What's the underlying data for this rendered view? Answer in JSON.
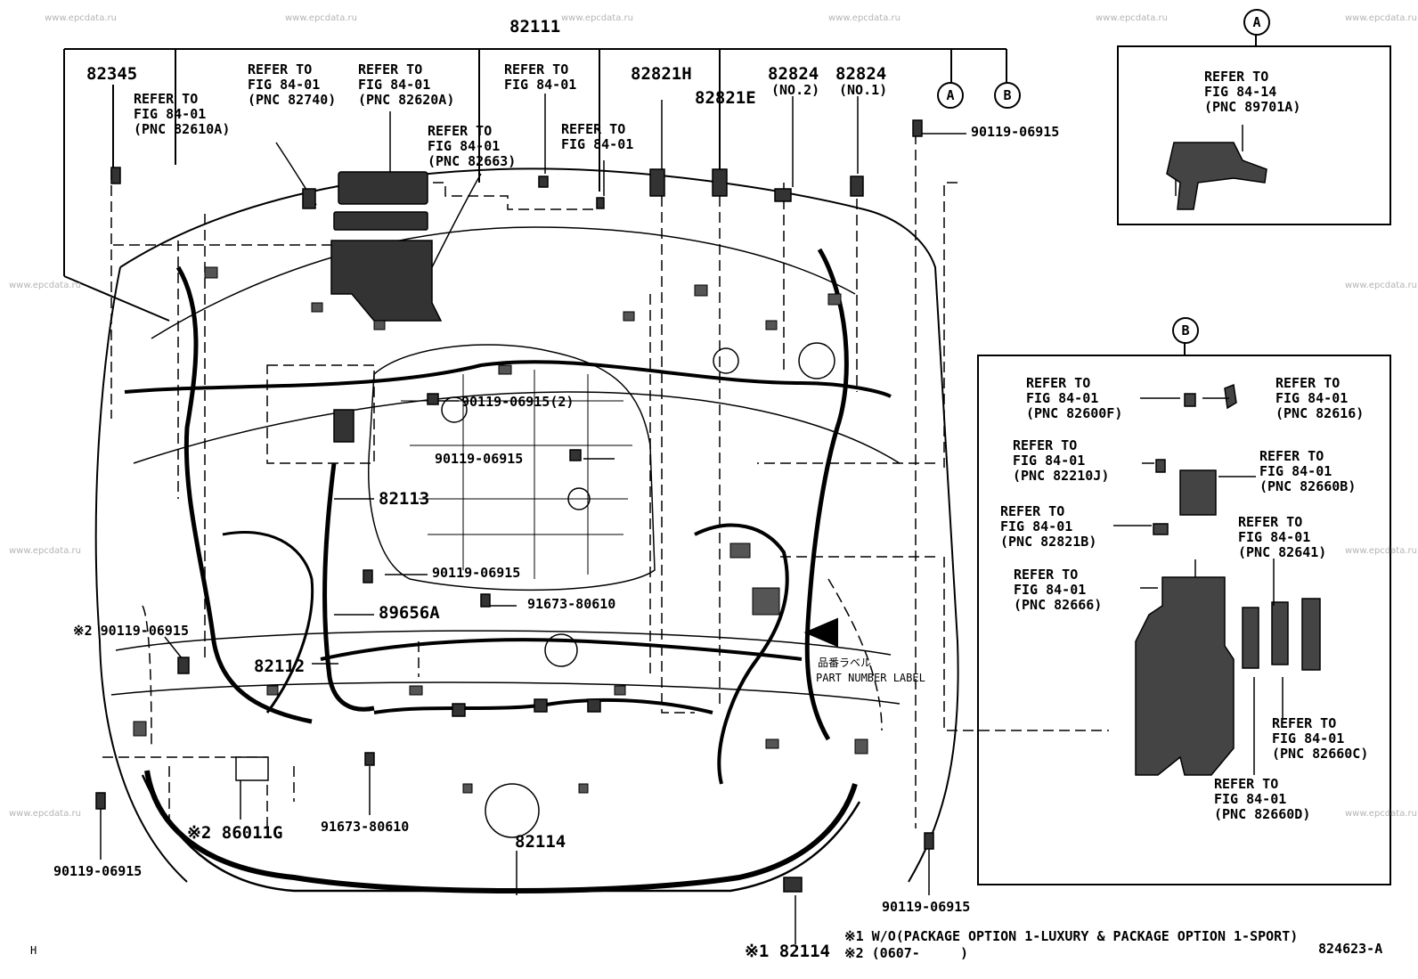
{
  "diagram": {
    "main_part": "82111",
    "parts": {
      "p82345": "82345",
      "p82821h": "82821H",
      "p82821e": "82821E",
      "p82824_no2": "82824",
      "p82824_no2_sub": "(NO.2)",
      "p82824_no1": "82824",
      "p82824_no1_sub": "(NO.1)",
      "p82113": "82113",
      "p89656a": "89656A",
      "p82112": "82112",
      "p82114": "82114",
      "p86011g": "※2 86011G",
      "p82114_bottom": "※1 82114",
      "p91673_a": "91673-80610",
      "p91673_b": "91673-80610",
      "bolt_top_right": "90119-06915",
      "bolt_center_2": "90119-06915(2)",
      "bolt_center": "90119-06915",
      "bolt_mid": "90119-06915",
      "bolt_left_note": "※2 90119-06915",
      "bolt_left_bottom": "90119-06915",
      "bolt_right_bottom": "90119-06915"
    },
    "refers": {
      "r82610a": "REFER TO\nFIG 84-01\n(PNC 82610A)",
      "r82740": "REFER TO\nFIG 84-01\n(PNC 82740)",
      "r82620a": "REFER TO\nFIG 84-01\n(PNC 82620A)",
      "r82663": "REFER TO\nFIG 84-01\n(PNC 82663)",
      "r8401_a": "REFER TO\nFIG 84-01",
      "r8401_b": "REFER TO\nFIG 84-01"
    },
    "callouts": {
      "a": "A",
      "b": "B"
    },
    "detail_a": {
      "circle": "A",
      "refer": "REFER TO\nFIG 84-14\n(PNC 89701A)"
    },
    "detail_b": {
      "circle": "B",
      "r82600f": "REFER TO\nFIG 84-01\n(PNC 82600F)",
      "r82616": "REFER TO\nFIG 84-01\n(PNC 82616)",
      "r82210j": "REFER TO\nFIG 84-01\n(PNC 82210J)",
      "r82660b": "REFER TO\nFIG 84-01\n(PNC 82660B)",
      "r82821b": "REFER TO\nFIG 84-01\n(PNC 82821B)",
      "r82641": "REFER TO\nFIG 84-01\n(PNC 82641)",
      "r82666": "REFER TO\nFIG 84-01\n(PNC 82666)",
      "r82660c": "REFER TO\nFIG 84-01\n(PNC 82660C)",
      "r82660d": "REFER TO\nFIG 84-01\n(PNC 82660D)"
    },
    "part_number_label_jp": "品番ラベル",
    "part_number_label": "PART NUMBER LABEL",
    "notes": [
      "※1 W/O(PACKAGE OPTION 1-LUXURY & PACKAGE OPTION 1-SPORT)",
      "※2 (0607-     )"
    ],
    "figure_code": "824623-A",
    "corner_mark": "H",
    "watermark": "www.epcdata.ru"
  }
}
